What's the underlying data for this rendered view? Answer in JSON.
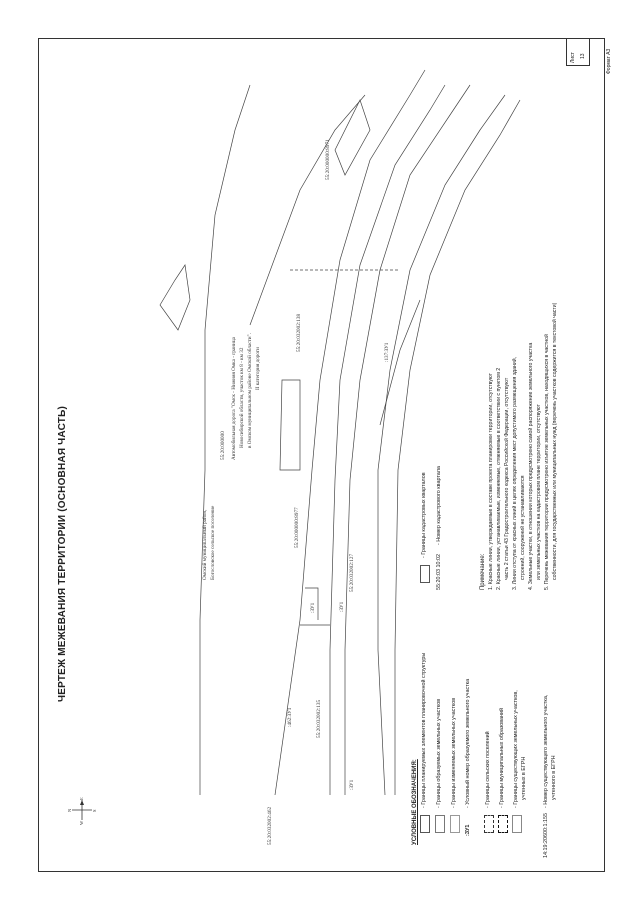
{
  "title": "ЧЕРТЕЖ МЕЖЕВАНИЯ ТЕРРИТОРИИ (ОСНОВНАЯ ЧАСТЬ)",
  "sheet": {
    "label": "Лист",
    "number": "13"
  },
  "format": "Формат А3",
  "compass": {
    "north": "N",
    "south": "S",
    "east": "E",
    "west": "W"
  },
  "map_labels": {
    "district": [
      "Омский муниципальный район,",
      "Богословское сельское поселение"
    ],
    "quarter_main": "55:20:000000",
    "road": [
      "Автомобильная дорога \"Омск - Нижняя Омка - граница",
      "Новосибирской области, участок км 8 - км 32",
      "в Омском муниципальном районе Омской области\".",
      "II категория дороги"
    ],
    "parcel_a": "55:20:000000:8977",
    "parcel_b": "55:20:032002:138",
    "parcel_c": "55:20:032002:127",
    "parcel_d": "55:20:032002:135",
    "parcel_e": "55:20:032002:462",
    "parcel_f": "55:20:000000:8971",
    "zu_1": ":ЗУ1",
    "zu_2": ":462:ЗУ1",
    "zu_3": ":ЗУ1",
    "zu_4": ":137:ЗУ1",
    "zu_5": ":ЗУ1"
  },
  "legend": {
    "heading": "УСЛОВНЫЕ ОБОЗНАЧЕНИЯ:",
    "items": [
      "- Границы планируемых элементов планировочной структуры",
      "- Границы образуемых земельных участков",
      "- Границы изменяемых земельных участков",
      "- Условный номер образуемого земельного участка",
      "- Границы сельских поселений",
      "- Границы муниципальных образований",
      "- Границы существующих земельных участков,",
      "учтенных в ЕГРН",
      "- Номер существующего земельного участка,",
      "учтенного в ЕГРН"
    ],
    "zu_symbol": ":ЗУ1",
    "ex_number": "14:19:20600:1:155",
    "col2": [
      "- Границы кадастровых кварталов",
      "- Номер кадастрового квартала"
    ],
    "col2_number": "55:20:03 10:02"
  },
  "notes": {
    "heading": "Примечание:",
    "lines": [
      "1. Красные линии, утверждаемые в составе проекта планировки территории, отсутствуют",
      "2. Красные линии, устанавливаемые, изменяемые, отменяемые в соответствии с пунктом 2",
      "часть 2 статьи 43 Градостроительного кодекса Российской Федерации, отсутствуют",
      "3. Линии отступа от красных линий в целях определения мест допустимого размещения зданий,",
      "строений, сооружений не устанавливаются",
      "4. Земельные участки, в отношении которых предусмотрено самой распоряжение земельного участка",
      "или земельных участков на кадастровом плане территории, отсутствуют",
      "5. Перечень межевания территории предусмотрено изъятие земельных участков, находящихся в частной",
      "собственности, для государственных или муниципальных нужд (перечень участков содержится в текстовой части)"
    ]
  }
}
